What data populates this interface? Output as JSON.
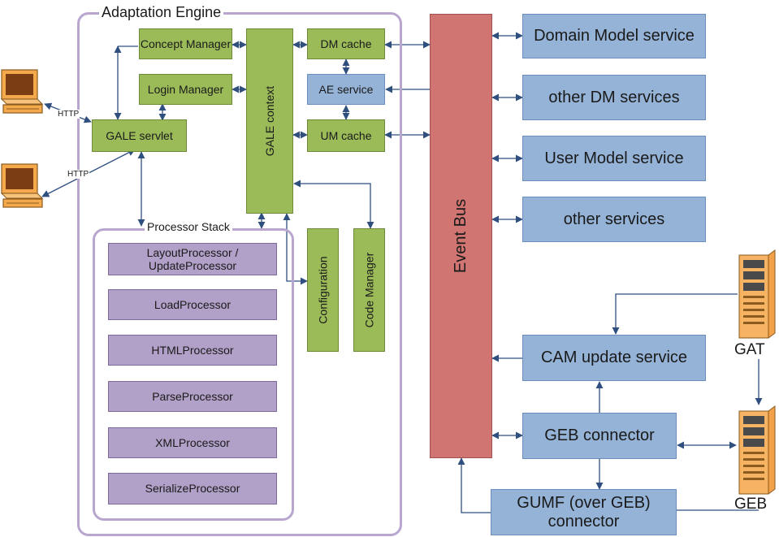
{
  "engine": {
    "title": "Adaptation Engine",
    "concept_manager": "Concept Manager",
    "login_manager": "Login Manager",
    "gale_servlet": "GALE servlet",
    "gale_context": "GALE context",
    "dm_cache": "DM cache",
    "ae_service": "AE service",
    "um_cache": "UM cache",
    "configuration": "Configuration",
    "code_manager": "Code Manager"
  },
  "processor_stack": {
    "title": "Processor Stack",
    "items": [
      "LayoutProcessor / UpdateProcessor",
      "LoadProcessor",
      "HTMLProcessor",
      "ParseProcessor",
      "XMLProcessor",
      "SerializeProcessor"
    ]
  },
  "event_bus": "Event Bus",
  "services": {
    "domain_model": "Domain Model service",
    "other_dm": "other DM services",
    "user_model": "User Model service",
    "other": "other services",
    "cam_update": "CAM update service",
    "geb_connector": "GEB connector",
    "gumf_connector": "GUMF (over GEB) connector"
  },
  "clients": {
    "http_label_1": "HTTP",
    "http_label_2": "HTTP"
  },
  "servers": {
    "gat": "GAT",
    "geb": "GEB"
  },
  "colors": {
    "green": "#9bbb59",
    "purple": "#b1a0c7",
    "blue": "#95b3d7",
    "event_bus": "#d07571",
    "frame": "#b9a6cf",
    "arrow": "#2f4f7f"
  },
  "icons": [
    "computer-icon",
    "server-icon"
  ]
}
